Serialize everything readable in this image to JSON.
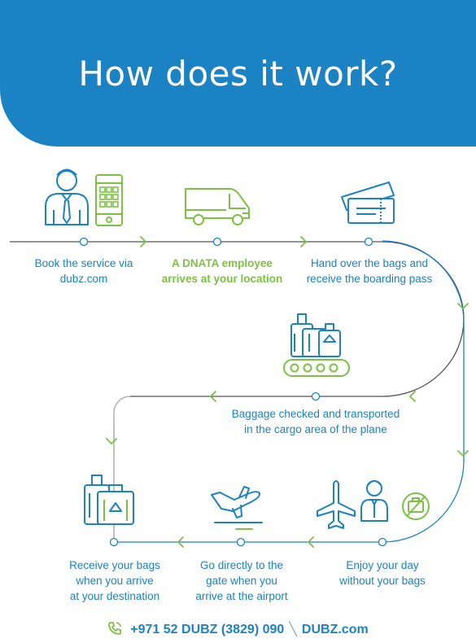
{
  "header": {
    "title": "How does it work?"
  },
  "steps": [
    {
      "label_line1": "Book the service via",
      "label_line2": "dubz.com",
      "icon": "user-phone-icon"
    },
    {
      "label_line1": "A DNATA employee",
      "label_line2": "arrives at your location",
      "icon": "van-icon",
      "highlight": true
    },
    {
      "label_line1": "Hand over the bags and",
      "label_line2": "receive the boarding pass",
      "icon": "boarding-pass-icon"
    },
    {
      "label_line1": "Baggage checked and transported",
      "label_line2": "in the cargo area of the plane",
      "icon": "baggage-conveyor-icon"
    },
    {
      "label_line1": "Enjoy your day",
      "label_line2": "without your bags",
      "icon": "plane-person-no-bags-icon"
    },
    {
      "label_line1": "Go directly to the",
      "label_line2": "gate when you",
      "label_line3": "arrive at the airport",
      "icon": "plane-takeoff-icon"
    },
    {
      "label_line1": "Receive your bags",
      "label_line2": "when you arrive",
      "label_line3": "at your destination",
      "icon": "luggage-icon"
    }
  ],
  "footer": {
    "phone": "+971 52 DUBZ (3829) 090",
    "website": "DUBZ.com"
  },
  "colors": {
    "blue": "#1b82c4",
    "green": "#7cc242",
    "line": "#555555"
  }
}
